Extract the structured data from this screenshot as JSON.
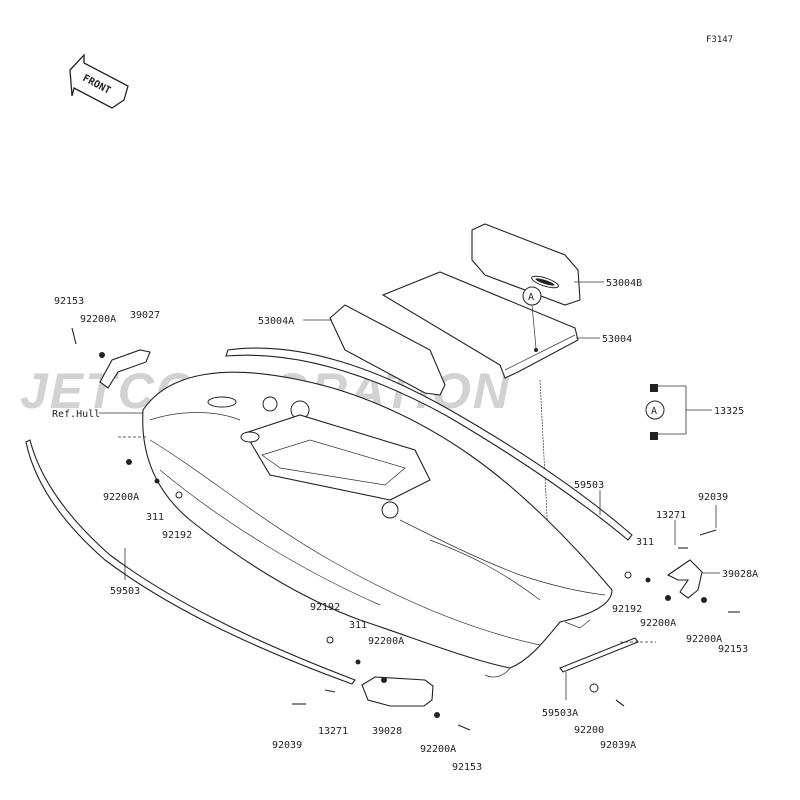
{
  "figure_code": "F3147",
  "front_arrow_label": "FRONT",
  "watermark_text": "JETCORPORATION",
  "ref_hull_label": "Ref.Hull",
  "circle_marker": "A",
  "part_labels": [
    {
      "id": "p53004B",
      "text": "53004B"
    },
    {
      "id": "p53004",
      "text": "53004"
    },
    {
      "id": "p53004A",
      "text": "53004A"
    },
    {
      "id": "p13325",
      "text": "13325"
    },
    {
      "id": "p92153_tl",
      "text": "92153"
    },
    {
      "id": "p92200A_tl",
      "text": "92200A"
    },
    {
      "id": "p39027",
      "text": "39027"
    },
    {
      "id": "p92200A_l",
      "text": "92200A"
    },
    {
      "id": "p311_l",
      "text": "311"
    },
    {
      "id": "p92192_l",
      "text": "92192"
    },
    {
      "id": "p59503_r",
      "text": "59503"
    },
    {
      "id": "p59503_l",
      "text": "59503"
    },
    {
      "id": "p13271_r",
      "text": "13271"
    },
    {
      "id": "p92039_r",
      "text": "92039"
    },
    {
      "id": "p311_r",
      "text": "311"
    },
    {
      "id": "p39028A",
      "text": "39028A"
    },
    {
      "id": "p92192_r",
      "text": "92192"
    },
    {
      "id": "p92200A_r1",
      "text": "92200A"
    },
    {
      "id": "p92200A_r2",
      "text": "92200A"
    },
    {
      "id": "p92153_r",
      "text": "92153"
    },
    {
      "id": "p92192_b",
      "text": "92192"
    },
    {
      "id": "p311_b",
      "text": "311"
    },
    {
      "id": "p92200A_b",
      "text": "92200A"
    },
    {
      "id": "p92039_b",
      "text": "92039"
    },
    {
      "id": "p13271_b",
      "text": "13271"
    },
    {
      "id": "p39028",
      "text": "39028"
    },
    {
      "id": "p92200A_b2",
      "text": "92200A"
    },
    {
      "id": "p92153_b",
      "text": "92153"
    },
    {
      "id": "p59503A",
      "text": "59503A"
    },
    {
      "id": "p92200",
      "text": "92200"
    },
    {
      "id": "p92039A",
      "text": "92039A"
    }
  ]
}
